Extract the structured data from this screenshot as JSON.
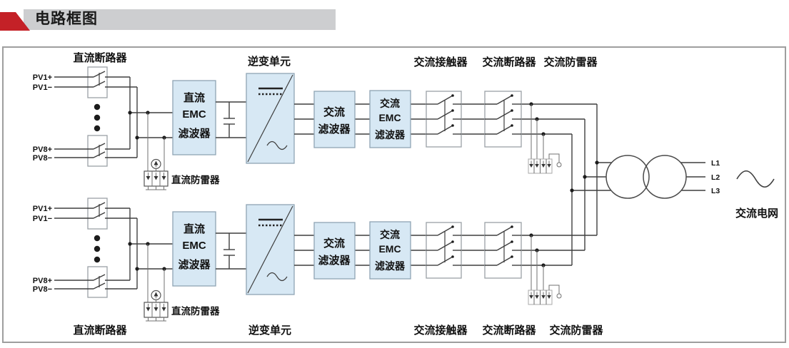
{
  "header": {
    "title": "电路框图"
  },
  "labels": {
    "dc_breaker": "直流断路器",
    "inverter_unit": "逆变单元",
    "ac_contactor": "交流接触器",
    "ac_breaker": "交流断路器",
    "ac_spd": "交流防雷器",
    "dc_spd": "直流防雷器",
    "ac_grid": "交流电网"
  },
  "blocks": {
    "dc_emc_filter": [
      "直流",
      "EMC",
      "滤波器"
    ],
    "ac_filter": [
      "交流",
      "滤波器"
    ],
    "ac_emc_filter": [
      "交流",
      "EMC",
      "滤波器"
    ]
  },
  "ports": {
    "pv1_pos": "PV1+",
    "pv1_neg": "PV1−",
    "pv8_pos": "PV8+",
    "pv8_neg": "PV8−",
    "l1": "L1",
    "l2": "L2",
    "l3": "L3"
  },
  "colors": {
    "accent_red": "#c42127",
    "header_bar_gray": "#cdced0",
    "block_fill_blue": "#d7e8f4",
    "wire_dark": "#3f3f3f"
  }
}
